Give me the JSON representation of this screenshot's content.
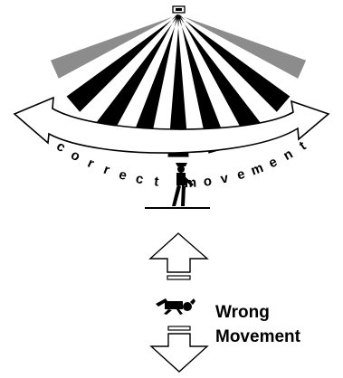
{
  "diagram": {
    "correct_label": "correct movement",
    "wrong_label_line1": "Wrong",
    "wrong_label_line2": "Movement"
  },
  "colors": {
    "beam_dark": "#000000",
    "beam_edge": "#8c8c8c",
    "outline": "#000000",
    "background": "#ffffff"
  },
  "icons": [
    "motion-sensor-icon",
    "walking-person-icon",
    "lying-person-icon",
    "arrow-up-icon",
    "arrow-down-icon"
  ]
}
